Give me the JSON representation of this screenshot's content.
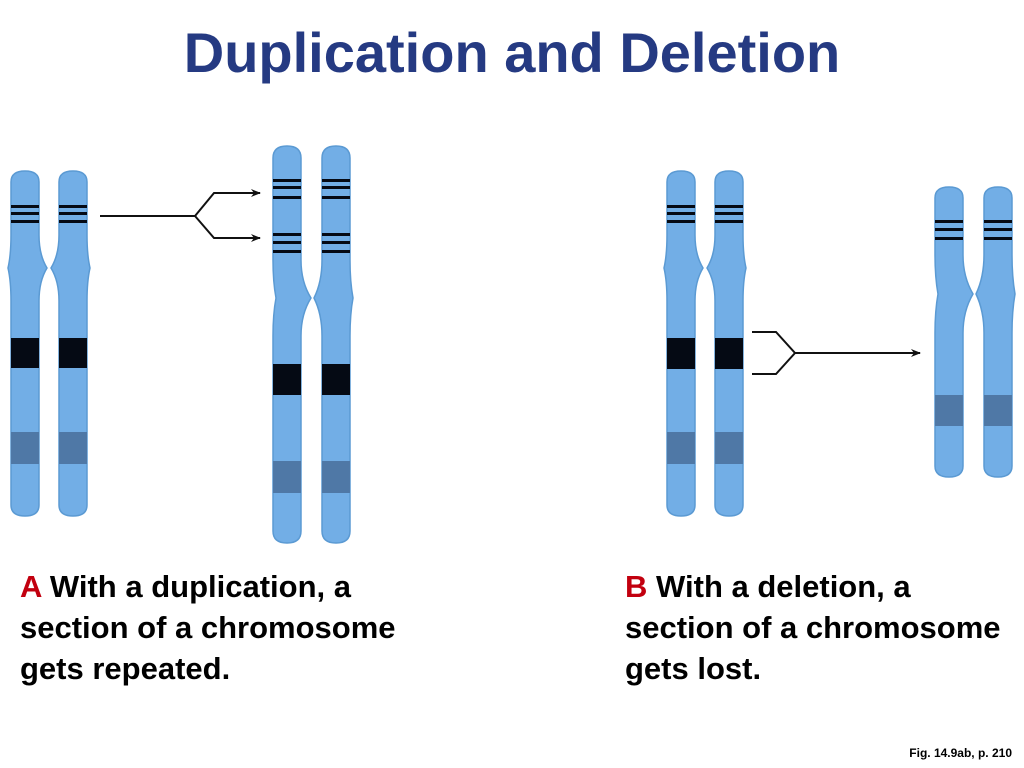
{
  "title": "Duplication and Deletion",
  "captions": {
    "a": {
      "letter": "A",
      "text": "With a duplication, a section of a chromosome gets repeated."
    },
    "b": {
      "letter": "B",
      "text": "With a deletion, a section of a chromosome gets lost."
    }
  },
  "figure_reference": "Fig. 14.9ab, p. 210",
  "colors": {
    "title": "#253a82",
    "chromosome": "#72aee6",
    "chromosome_outline": "#5b9ad3",
    "band_dark": "#050a14",
    "band_gray": "#4f78a6",
    "arrow": "#111111",
    "caption_letter": "#c2000f"
  },
  "icons": {
    "arrow_split": "branching-arrow-icon",
    "arrow_merge": "merging-arrow-icon"
  }
}
